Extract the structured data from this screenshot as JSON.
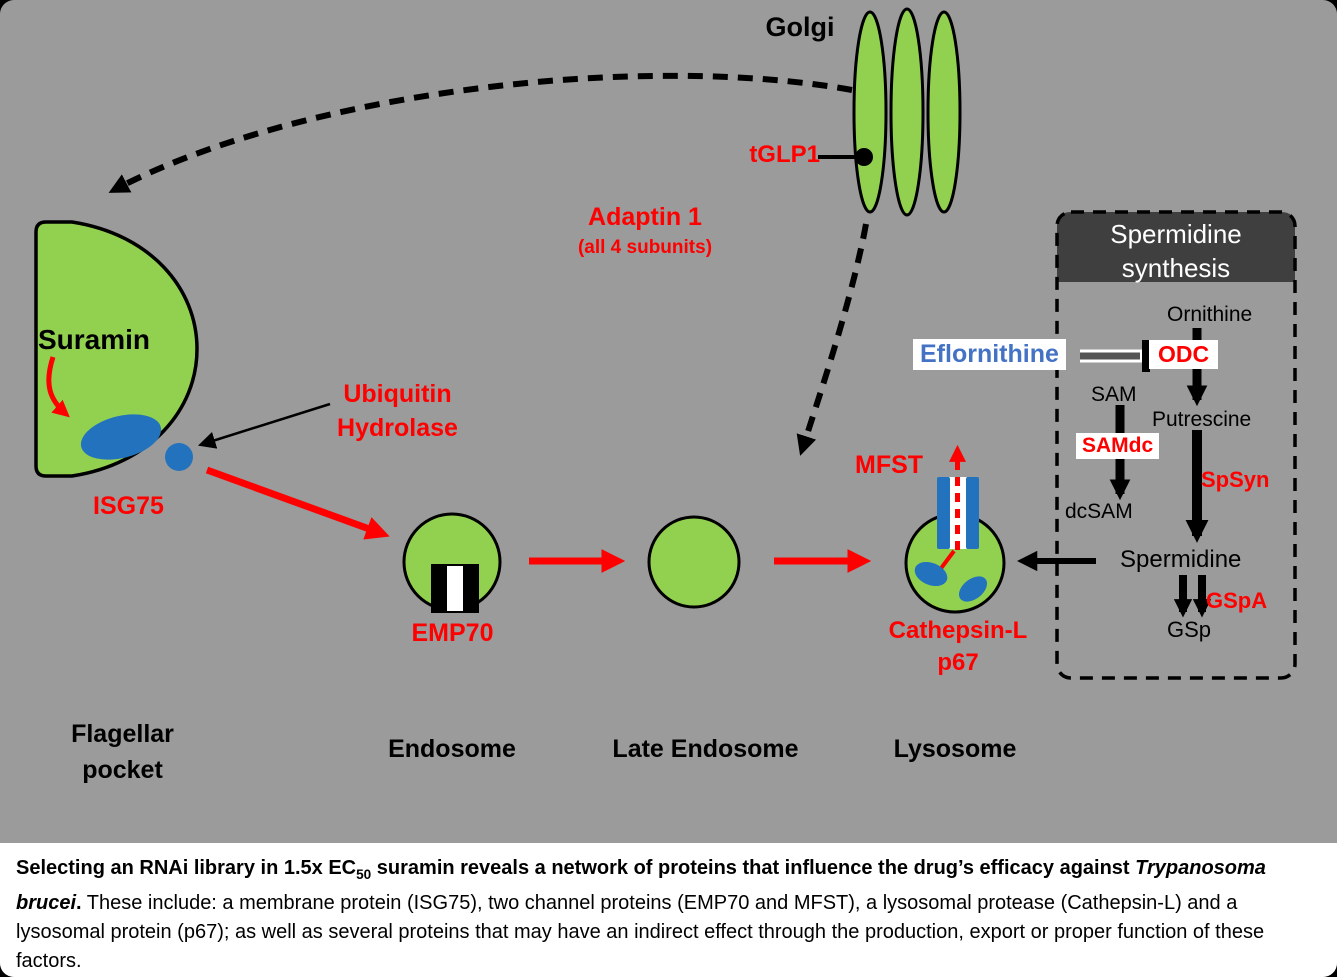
{
  "colors": {
    "bg": "#9B9B9B",
    "green": "#92D050",
    "blue": "#2272BE",
    "red": "#FF0000",
    "header_dark": "#3F3F3F",
    "eflornithine_blue": "#4472C4"
  },
  "labels": {
    "golgi": "Golgi",
    "tglp1": "tGLP1",
    "adaptin": "Adaptin 1",
    "adaptin_sub": "(all 4 subunits)",
    "suramin": "Suramin",
    "ubiquitin_1": "Ubiquitin",
    "ubiquitin_2": "Hydrolase",
    "isg75": "ISG75",
    "emp70": "EMP70",
    "mfst": "MFST",
    "cathepsin": "Cathepsin-L",
    "p67": "p67",
    "flagellar_1": "Flagellar",
    "flagellar_2": "pocket",
    "endosome": "Endosome",
    "late_endosome": "Late Endosome",
    "lysosome": "Lysosome"
  },
  "spermidine_box": {
    "title_1": "Spermidine",
    "title_2": "synthesis",
    "ornithine": "Ornithine",
    "eflornithine": "Eflornithine",
    "odc": "ODC",
    "sam": "SAM",
    "putrescine": "Putrescine",
    "samdc": "SAMdc",
    "spsyn": "SpSyn",
    "dcsam": "dcSAM",
    "spermidine": "Spermidine",
    "gspa": "GSpA",
    "gsp": "GSp"
  },
  "caption": {
    "bold_pre": "Selecting an RNAi library in 1.5x EC",
    "sub": "50",
    "bold_mid": " suramin reveals a network of proteins that influence the drug’s efficacy against ",
    "italic": "Trypanosoma brucei",
    "bold_end": ".",
    "rest": " These include: a membrane protein (ISG75), two channel proteins (EMP70 and MFST), a lysosomal protease (Cathepsin-L) and a lysosomal protein (p67); as well as several proteins that may have an indirect effect through the production, export or proper function of these factors."
  }
}
